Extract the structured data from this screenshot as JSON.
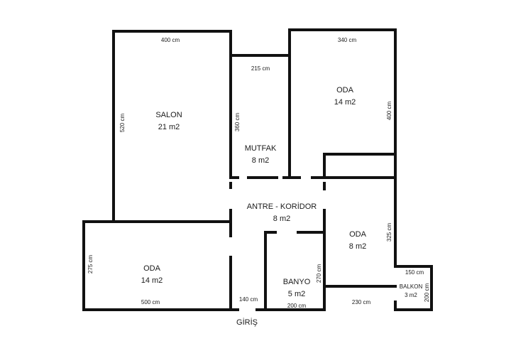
{
  "rooms": {
    "salon": {
      "name": "SALON",
      "area": "21 m2"
    },
    "mutfak": {
      "name": "MUTFAK",
      "area": "8 m2"
    },
    "oda_top": {
      "name": "ODA",
      "area": "14 m2"
    },
    "antre": {
      "name": "ANTRE - KORİDOR",
      "area": "8 m2"
    },
    "oda_right": {
      "name": "ODA",
      "area": "8 m2"
    },
    "oda_left": {
      "name": "ODA",
      "area": "14 m2"
    },
    "banyo": {
      "name": "BANYO",
      "area": "5 m2"
    },
    "balkon": {
      "name": "BALKON",
      "area": "3 m2"
    }
  },
  "dimensions": {
    "salon_width": "400 cm",
    "salon_height": "520 cm",
    "mutfak_width": "215 cm",
    "mutfak_height": "360 cm",
    "oda_top_width": "340 cm",
    "oda_top_height": "400 cm",
    "oda_right_height": "325 cm",
    "oda_left_height": "275 cm",
    "oda_left_width": "500 cm",
    "entrance_width": "140 cm",
    "banyo_width": "200 cm",
    "banyo_height": "270 cm",
    "oda_right_width": "230 cm",
    "balkon_width": "150 cm",
    "balkon_height": "200 cm"
  },
  "entrance_label": "GİRİŞ",
  "colors": {
    "wall": "#111111",
    "background": "#ffffff",
    "text": "#1a1a1a"
  }
}
